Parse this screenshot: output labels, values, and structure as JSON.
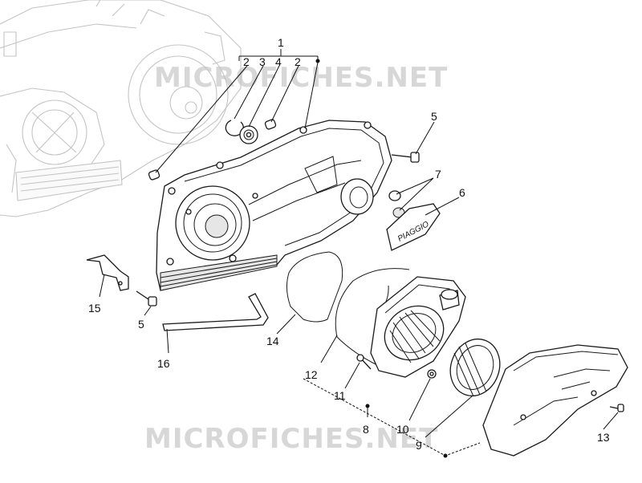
{
  "watermark": {
    "top": "MICROFICHES.NET",
    "bottom": "MICROFICHES.NET"
  },
  "callouts": {
    "c1": "1",
    "c2a": "2",
    "c3": "3",
    "c4": "4",
    "c2b": "2",
    "c5a": "5",
    "c5b": "5",
    "c6": "6",
    "c7": "7",
    "c8": "8",
    "c9": "9",
    "c10": "10",
    "c11": "11",
    "c12": "12",
    "c13": "13",
    "c14": "14",
    "c15": "15",
    "c16": "16"
  },
  "cover_logo": "PIAGGIO"
}
